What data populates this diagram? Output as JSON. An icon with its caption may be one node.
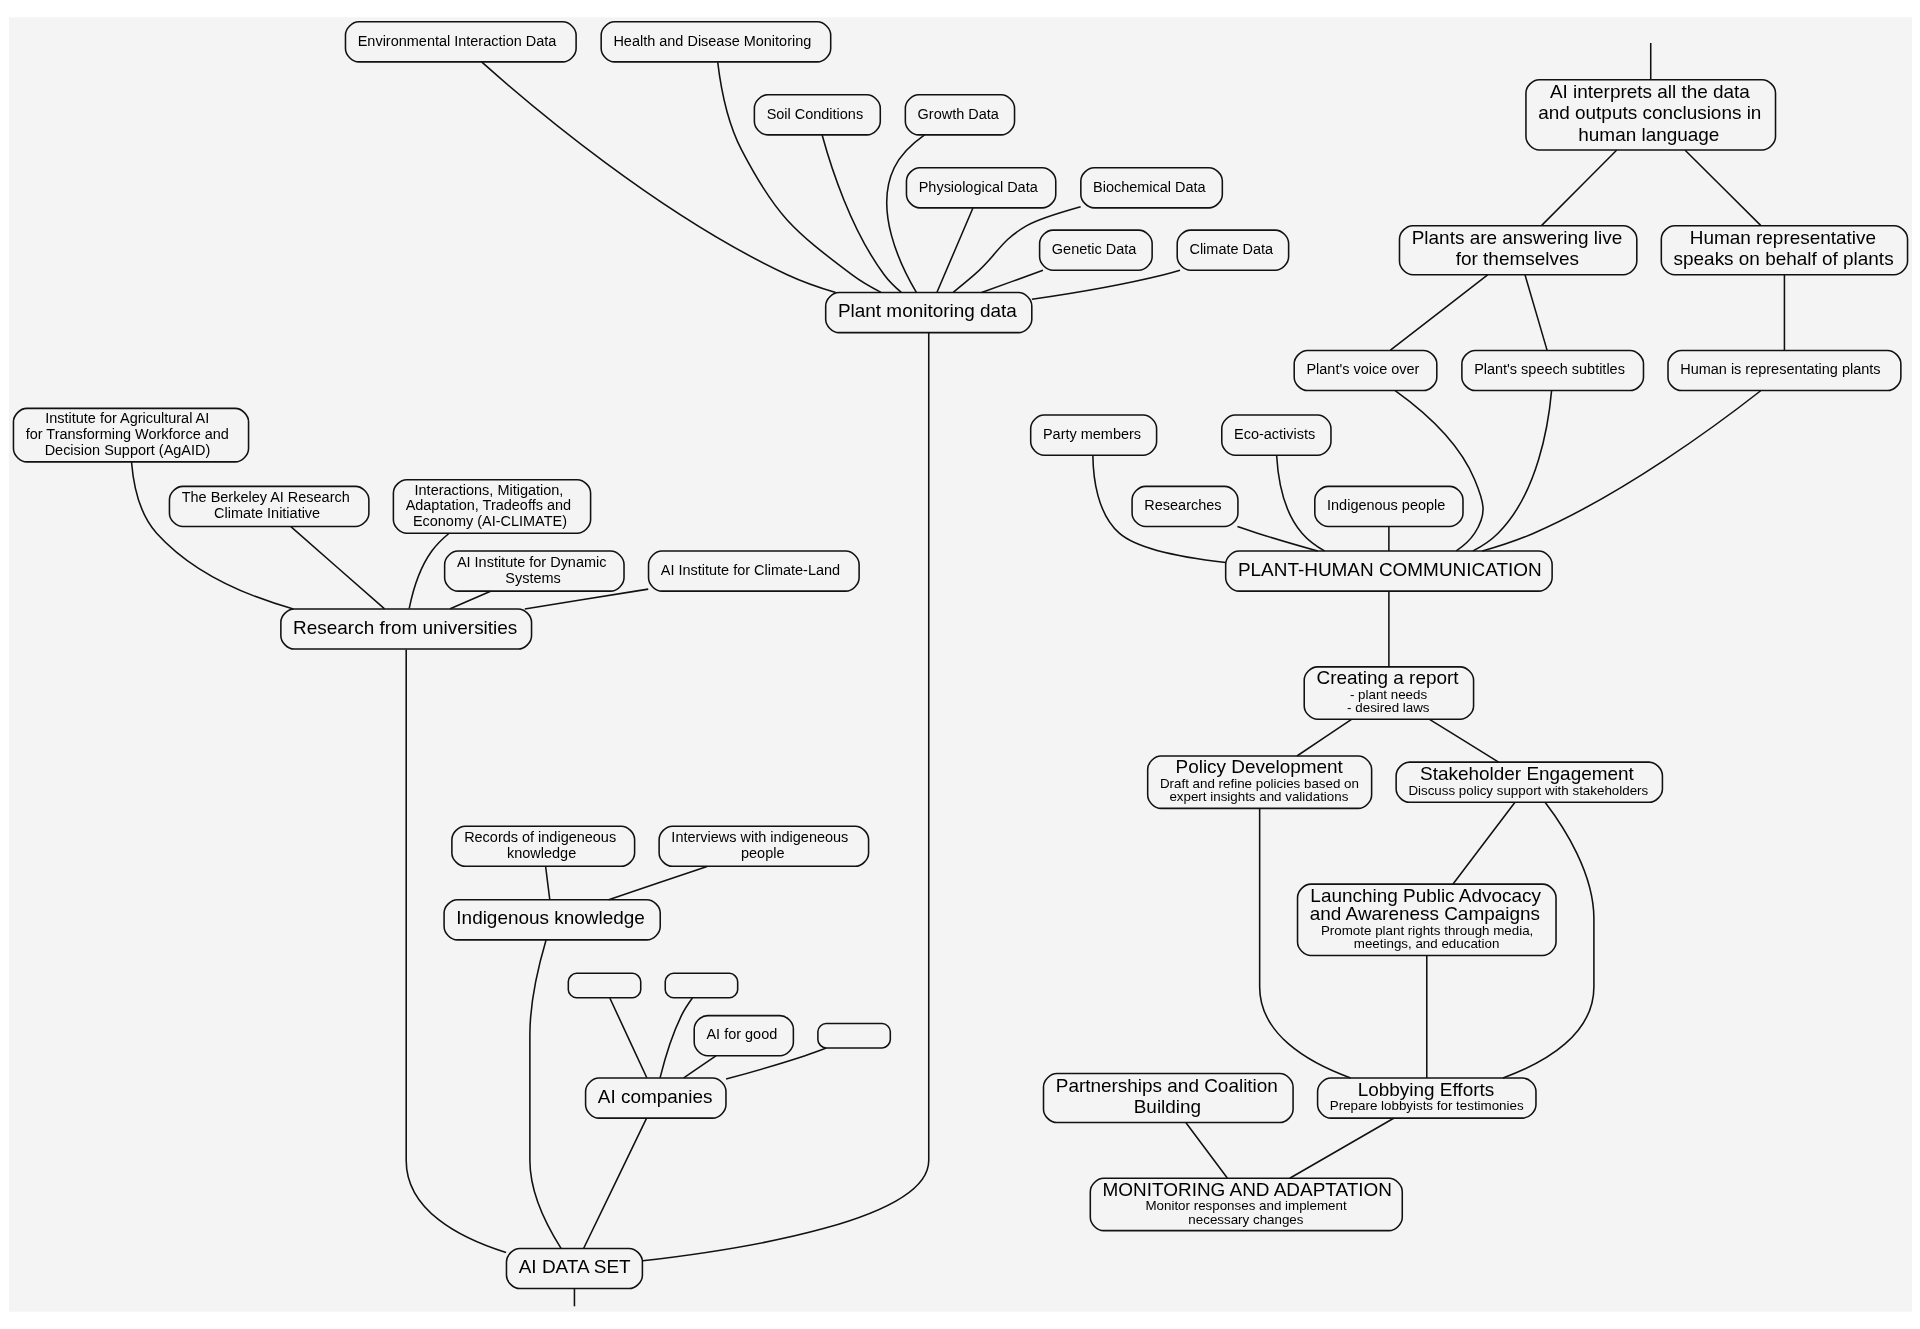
{
  "diagram": {
    "nodes": [
      {
        "text": [
          "Plant monitoring data"
        ]
      },
      {
        "text": [
          "Environmental Interaction Data"
        ]
      },
      {
        "text": [
          "Health and Disease Monitoring"
        ]
      },
      {
        "text": [
          "Soil Conditions"
        ]
      },
      {
        "text": [
          "Growth Data"
        ]
      },
      {
        "text": [
          "Physiological Data"
        ]
      },
      {
        "text": [
          "Biochemical Data"
        ]
      },
      {
        "text": [
          "Genetic Data"
        ]
      },
      {
        "text": [
          "Climate Data"
        ]
      },
      {
        "text": [
          "Institute for Agricultural AI for Transforming Workforce and Decision Support (AgAID)"
        ]
      },
      {
        "text": [
          "The Berkeley AI Research Climate Initiative"
        ]
      },
      {
        "text": [
          "Interactions, Mitigation, Adaptation, Tradeoffs and Economy (AI-CLIMATE)"
        ]
      },
      {
        "text": [
          "AI Institute for Dynamic Systems"
        ]
      },
      {
        "text": [
          "AI Institute for Climate-Land"
        ]
      },
      {
        "text": [
          "Research from universities"
        ]
      },
      {
        "text": [
          "Records of indigeneous knowledge"
        ]
      },
      {
        "text": [
          "Interviews with indigeneous people"
        ]
      },
      {
        "text": [
          "Indigenous knowledge"
        ]
      },
      {
        "text": [],
        "shape": "box"
      },
      {
        "text": [],
        "shape": "box"
      },
      {
        "text": [
          "AI for good"
        ]
      },
      {
        "text": [],
        "shape": "box"
      },
      {
        "text": [
          "AI companies"
        ]
      },
      {
        "text": [
          "AI DATA SET"
        ]
      },
      {
        "text": [
          "AI interprets all the data and outputs conclusions in human language"
        ]
      },
      {
        "text": [
          "Plants are answering live for themselves"
        ]
      },
      {
        "text": [
          "Human representative speaks on behalf of plants"
        ]
      },
      {
        "text": [
          "Plant's voice over"
        ]
      },
      {
        "text": [
          "Plant's speech subtitles"
        ]
      },
      {
        "text": [
          "Human is representating plants"
        ]
      },
      {
        "text": [
          "Party members"
        ]
      },
      {
        "text": [
          "Researches"
        ]
      },
      {
        "text": [
          "Eco-activists"
        ]
      },
      {
        "text": [
          "Indigenous people"
        ]
      },
      {
        "text": [
          "PLANT-HUMAN COMMUNICATION"
        ]
      },
      {
        "text": [
          "Creating a report",
          "- plant needs",
          "- desired laws"
        ]
      },
      {
        "text": [
          "Policy Development",
          "Draft and refine policies based on expert insights and validations"
        ]
      },
      {
        "text": [
          "Stakeholder Engagement",
          "Discuss policy support with stakeholders"
        ]
      },
      {
        "text": [
          "Launching Public Advocacy and Awareness Campaigns",
          "Promote plant rights through media, meetings, and education"
        ]
      },
      {
        "text": [
          "Partnerships and Coalition Building"
        ]
      },
      {
        "text": [
          "Lobbying Efforts",
          "Prepare lobbyists for testimonies"
        ]
      },
      {
        "text": [
          "MONITORING AND ADAPTATION",
          "Monitor responses and implement necessary changes"
        ]
      }
    ],
    "edges": [
      {
        "from": 1,
        "to": 0,
        "arrow": "none"
      },
      {
        "from": 2,
        "to": 0,
        "arrow": "none"
      },
      {
        "from": 3,
        "to": 0,
        "arrow": "none"
      },
      {
        "from": 4,
        "to": 0,
        "arrow": "none"
      },
      {
        "from": 5,
        "to": 0,
        "arrow": "none"
      },
      {
        "from": 6,
        "to": 0,
        "arrow": "none"
      },
      {
        "from": 7,
        "to": 0,
        "arrow": "none"
      },
      {
        "from": 8,
        "to": 0,
        "arrow": "none"
      },
      {
        "from": 0,
        "to": 23,
        "arrow": "none"
      },
      {
        "from": 9,
        "to": 14,
        "arrow": "none"
      },
      {
        "from": 10,
        "to": 14,
        "arrow": "none"
      },
      {
        "from": 11,
        "to": 14,
        "arrow": "none"
      },
      {
        "from": 12,
        "to": 14,
        "arrow": "none"
      },
      {
        "from": 13,
        "to": 14,
        "arrow": "none"
      },
      {
        "from": 14,
        "to": 23,
        "arrow": "none"
      },
      {
        "from": 15,
        "to": 17,
        "arrow": "none"
      },
      {
        "from": 16,
        "to": 17,
        "arrow": "none"
      },
      {
        "from": 17,
        "to": 23,
        "arrow": "none"
      },
      {
        "from": 18,
        "to": 22,
        "arrow": "none"
      },
      {
        "from": 19,
        "to": 22,
        "arrow": "none"
      },
      {
        "from": 20,
        "to": 22,
        "arrow": "none"
      },
      {
        "from": 21,
        "to": 22,
        "arrow": "none"
      },
      {
        "from": 22,
        "to": 23,
        "arrow": "none"
      },
      {
        "from": 23,
        "to": null,
        "arrow": "none"
      },
      {
        "from": null,
        "to": 24,
        "arrow": "none"
      },
      {
        "from": 24,
        "to": 25,
        "arrow": "none"
      },
      {
        "from": 24,
        "to": 26,
        "arrow": "none"
      },
      {
        "from": 25,
        "to": 27,
        "arrow": "none"
      },
      {
        "from": 25,
        "to": 28,
        "arrow": "none"
      },
      {
        "from": 26,
        "to": 29,
        "arrow": "none"
      },
      {
        "from": 27,
        "to": 34,
        "arrow": "none"
      },
      {
        "from": 28,
        "to": 34,
        "arrow": "none"
      },
      {
        "from": 29,
        "to": 34,
        "arrow": "none"
      },
      {
        "from": 30,
        "to": 34,
        "arrow": "none"
      },
      {
        "from": 31,
        "to": 34,
        "arrow": "none"
      },
      {
        "from": 32,
        "to": 34,
        "arrow": "none"
      },
      {
        "from": 33,
        "to": 34,
        "arrow": "none"
      },
      {
        "from": 34,
        "to": 35,
        "arrow": "none"
      },
      {
        "from": 35,
        "to": 36,
        "arrow": "none"
      },
      {
        "from": 35,
        "to": 37,
        "arrow": "none"
      },
      {
        "from": 36,
        "to": 40,
        "arrow": "none"
      },
      {
        "from": 37,
        "to": 40,
        "arrow": "none"
      },
      {
        "from": 37,
        "to": 38,
        "arrow": "none"
      },
      {
        "from": 38,
        "to": 40,
        "arrow": "none"
      },
      {
        "from": 39,
        "to": 41,
        "arrow": "none"
      },
      {
        "from": 40,
        "to": 41,
        "arrow": "none"
      }
    ]
  }
}
